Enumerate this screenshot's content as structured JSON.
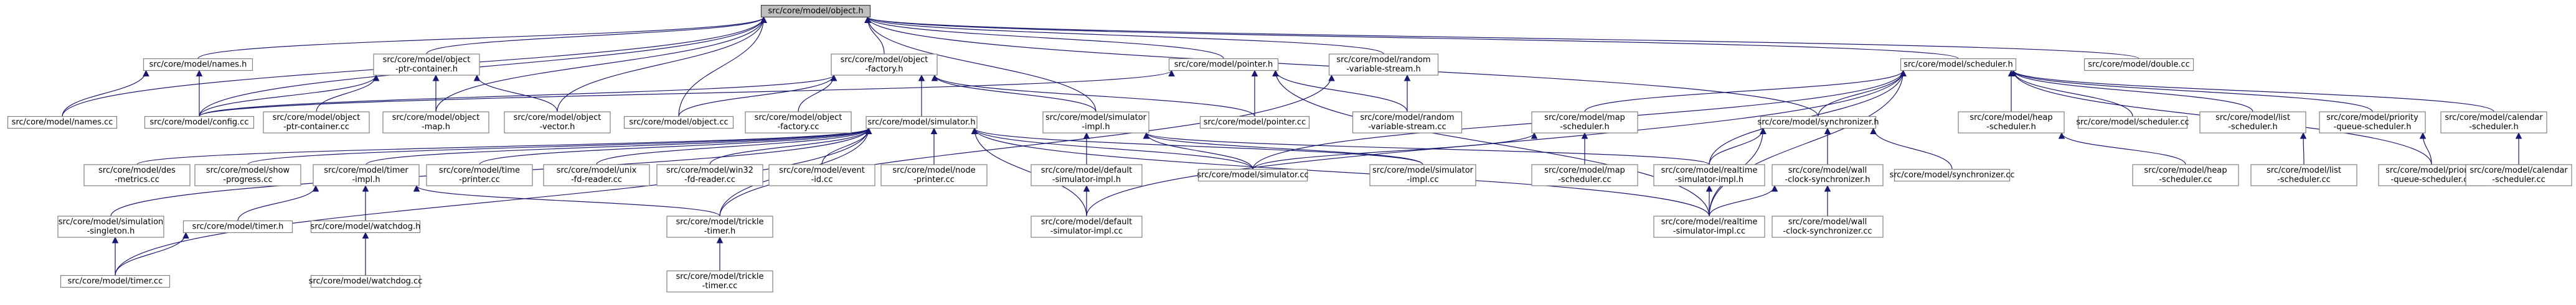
{
  "nodes": [
    {
      "id": "object_h",
      "lines": [
        "src/core/model/object.h"
      ],
      "root": true
    },
    {
      "id": "names_h",
      "lines": [
        "src/core/model/names.h"
      ]
    },
    {
      "id": "object_ptr_container_h",
      "lines": [
        "src/core/model/object",
        "-ptr-container.h"
      ]
    },
    {
      "id": "object_factory_h",
      "lines": [
        "src/core/model/object",
        "-factory.h"
      ]
    },
    {
      "id": "pointer_h",
      "lines": [
        "src/core/model/pointer.h"
      ]
    },
    {
      "id": "random_variable_stream_h",
      "lines": [
        "src/core/model/random",
        "-variable-stream.h"
      ]
    },
    {
      "id": "scheduler_h",
      "lines": [
        "src/core/model/scheduler.h"
      ]
    },
    {
      "id": "double_cc",
      "lines": [
        "src/core/model/double.cc"
      ]
    },
    {
      "id": "names_cc",
      "lines": [
        "src/core/model/names.cc"
      ]
    },
    {
      "id": "config_cc",
      "lines": [
        "src/core/model/config.cc"
      ]
    },
    {
      "id": "object_ptr_container_cc",
      "lines": [
        "src/core/model/object",
        "-ptr-container.cc"
      ]
    },
    {
      "id": "object_map_h",
      "lines": [
        "src/core/model/object",
        "-map.h"
      ]
    },
    {
      "id": "object_vector_h",
      "lines": [
        "src/core/model/object",
        "-vector.h"
      ]
    },
    {
      "id": "object_cc",
      "lines": [
        "src/core/model/object.cc"
      ]
    },
    {
      "id": "object_factory_cc",
      "lines": [
        "src/core/model/object",
        "-factory.cc"
      ]
    },
    {
      "id": "simulator_h",
      "lines": [
        "src/core/model/simulator.h"
      ]
    },
    {
      "id": "simulator_impl_h",
      "lines": [
        "src/core/model/simulator",
        "-impl.h"
      ]
    },
    {
      "id": "pointer_cc",
      "lines": [
        "src/core/model/pointer.cc"
      ]
    },
    {
      "id": "random_variable_stream_cc",
      "lines": [
        "src/core/model/random",
        "-variable-stream.cc"
      ]
    },
    {
      "id": "map_scheduler_h",
      "lines": [
        "src/core/model/map",
        "-scheduler.h"
      ]
    },
    {
      "id": "synchronizer_h",
      "lines": [
        "src/core/model/synchronizer.h"
      ]
    },
    {
      "id": "heap_scheduler_h",
      "lines": [
        "src/core/model/heap",
        "-scheduler.h"
      ]
    },
    {
      "id": "scheduler_cc",
      "lines": [
        "src/core/model/scheduler.cc"
      ]
    },
    {
      "id": "list_scheduler_h",
      "lines": [
        "src/core/model/list",
        "-scheduler.h"
      ]
    },
    {
      "id": "priority_queue_scheduler_h",
      "lines": [
        "src/core/model/priority",
        "-queue-scheduler.h"
      ]
    },
    {
      "id": "calendar_scheduler_h",
      "lines": [
        "src/core/model/calendar",
        "-scheduler.h"
      ]
    },
    {
      "id": "des_metrics_cc",
      "lines": [
        "src/core/model/des",
        "-metrics.cc"
      ]
    },
    {
      "id": "show_progress_cc",
      "lines": [
        "src/core/model/show",
        "-progress.cc"
      ]
    },
    {
      "id": "timer_impl_h",
      "lines": [
        "src/core/model/timer",
        "-impl.h"
      ]
    },
    {
      "id": "time_printer_cc",
      "lines": [
        "src/core/model/time",
        "-printer.cc"
      ]
    },
    {
      "id": "unix_fd_reader_cc",
      "lines": [
        "src/core/model/unix",
        "-fd-reader.cc"
      ]
    },
    {
      "id": "win32_fd_reader_cc",
      "lines": [
        "src/core/model/win32",
        "-fd-reader.cc"
      ]
    },
    {
      "id": "event_id_cc",
      "lines": [
        "src/core/model/event",
        "-id.cc"
      ]
    },
    {
      "id": "node_printer_cc",
      "lines": [
        "src/core/model/node",
        "-printer.cc"
      ]
    },
    {
      "id": "default_simulator_impl_h",
      "lines": [
        "src/core/model/default",
        "-simulator-impl.h"
      ]
    },
    {
      "id": "simulator_cc",
      "lines": [
        "src/core/model/simulator.cc"
      ]
    },
    {
      "id": "simulator_impl_cc",
      "lines": [
        "src/core/model/simulator",
        "-impl.cc"
      ]
    },
    {
      "id": "realtime_simulator_impl_h",
      "lines": [
        "src/core/model/realtime",
        "-simulator-impl.h"
      ]
    },
    {
      "id": "wall_clock_synchronizer_h",
      "lines": [
        "src/core/model/wall",
        "-clock-synchronizer.h"
      ]
    },
    {
      "id": "synchronizer_cc",
      "lines": [
        "src/core/model/synchronizer.cc"
      ]
    },
    {
      "id": "map_scheduler_cc",
      "lines": [
        "src/core/model/map",
        "-scheduler.cc"
      ]
    },
    {
      "id": "heap_scheduler_cc",
      "lines": [
        "src/core/model/heap",
        "-scheduler.cc"
      ]
    },
    {
      "id": "list_scheduler_cc",
      "lines": [
        "src/core/model/list",
        "-scheduler.cc"
      ]
    },
    {
      "id": "priority_queue_scheduler_cc",
      "lines": [
        "src/core/model/priority",
        "-queue-scheduler.cc"
      ]
    },
    {
      "id": "calendar_scheduler_cc",
      "lines": [
        "src/core/model/calendar",
        "-scheduler.cc"
      ]
    },
    {
      "id": "simulation_singleton_h",
      "lines": [
        "src/core/model/simulation",
        "-singleton.h"
      ]
    },
    {
      "id": "timer_h",
      "lines": [
        "src/core/model/timer.h"
      ]
    },
    {
      "id": "watchdog_h",
      "lines": [
        "src/core/model/watchdog.h"
      ]
    },
    {
      "id": "trickle_timer_h",
      "lines": [
        "src/core/model/trickle",
        "-timer.h"
      ]
    },
    {
      "id": "default_simulator_impl_cc",
      "lines": [
        "src/core/model/default",
        "-simulator-impl.cc"
      ]
    },
    {
      "id": "realtime_simulator_impl_cc",
      "lines": [
        "src/core/model/realtime",
        "-simulator-impl.cc"
      ]
    },
    {
      "id": "wall_clock_synchronizer_cc",
      "lines": [
        "src/core/model/wall",
        "-clock-synchronizer.cc"
      ]
    },
    {
      "id": "timer_cc",
      "lines": [
        "src/core/model/timer.cc"
      ]
    },
    {
      "id": "watchdog_cc",
      "lines": [
        "src/core/model/watchdog.cc"
      ]
    },
    {
      "id": "trickle_timer_cc",
      "lines": [
        "src/core/model/trickle",
        "-timer.cc"
      ]
    }
  ],
  "edges": [
    [
      "object_h",
      "names_h"
    ],
    [
      "object_h",
      "object_ptr_container_h"
    ],
    [
      "object_h",
      "object_factory_h"
    ],
    [
      "object_h",
      "pointer_h"
    ],
    [
      "object_h",
      "random_variable_stream_h"
    ],
    [
      "object_h",
      "scheduler_h"
    ],
    [
      "object_h",
      "double_cc"
    ],
    [
      "object_h",
      "names_cc"
    ],
    [
      "object_h",
      "config_cc"
    ],
    [
      "object_h",
      "object_map_h"
    ],
    [
      "object_h",
      "object_vector_h"
    ],
    [
      "object_h",
      "object_cc"
    ],
    [
      "object_h",
      "simulator_impl_h"
    ],
    [
      "object_h",
      "synchronizer_h"
    ],
    [
      "names_h",
      "names_cc"
    ],
    [
      "names_h",
      "config_cc"
    ],
    [
      "object_ptr_container_h",
      "config_cc"
    ],
    [
      "object_ptr_container_h",
      "object_ptr_container_cc"
    ],
    [
      "object_ptr_container_h",
      "object_map_h"
    ],
    [
      "object_ptr_container_h",
      "object_vector_h"
    ],
    [
      "object_factory_h",
      "config_cc"
    ],
    [
      "object_factory_h",
      "object_cc"
    ],
    [
      "object_factory_h",
      "object_factory_cc"
    ],
    [
      "object_factory_h",
      "simulator_h"
    ],
    [
      "object_factory_h",
      "simulator_impl_h"
    ],
    [
      "object_factory_h",
      "pointer_cc"
    ],
    [
      "pointer_h",
      "config_cc"
    ],
    [
      "pointer_h",
      "pointer_cc"
    ],
    [
      "pointer_h",
      "random_variable_stream_cc"
    ],
    [
      "pointer_h",
      "realtime_simulator_impl_cc"
    ],
    [
      "random_variable_stream_h",
      "random_variable_stream_cc"
    ],
    [
      "random_variable_stream_h",
      "trickle_timer_h"
    ],
    [
      "scheduler_h",
      "map_scheduler_h"
    ],
    [
      "scheduler_h",
      "synchronizer_h"
    ],
    [
      "scheduler_h",
      "heap_scheduler_h"
    ],
    [
      "scheduler_h",
      "scheduler_cc"
    ],
    [
      "scheduler_h",
      "list_scheduler_h"
    ],
    [
      "scheduler_h",
      "priority_queue_scheduler_h"
    ],
    [
      "scheduler_h",
      "calendar_scheduler_h"
    ],
    [
      "scheduler_h",
      "simulator_cc"
    ],
    [
      "scheduler_h",
      "realtime_simulator_impl_h"
    ],
    [
      "scheduler_h",
      "default_simulator_impl_cc"
    ],
    [
      "scheduler_h",
      "realtime_simulator_impl_cc"
    ],
    [
      "scheduler_h",
      "priority_queue_scheduler_cc"
    ],
    [
      "simulator_h",
      "des_metrics_cc"
    ],
    [
      "simulator_h",
      "show_progress_cc"
    ],
    [
      "simulator_h",
      "timer_impl_h"
    ],
    [
      "simulator_h",
      "time_printer_cc"
    ],
    [
      "simulator_h",
      "unix_fd_reader_cc"
    ],
    [
      "simulator_h",
      "win32_fd_reader_cc"
    ],
    [
      "simulator_h",
      "event_id_cc"
    ],
    [
      "simulator_h",
      "node_printer_cc"
    ],
    [
      "simulator_h",
      "simulator_cc"
    ],
    [
      "simulator_h",
      "simulator_impl_cc"
    ],
    [
      "simulator_h",
      "default_simulator_impl_cc"
    ],
    [
      "simulator_h",
      "simulation_singleton_h"
    ],
    [
      "simulator_h",
      "timer_cc"
    ],
    [
      "simulator_h",
      "realtime_simulator_impl_cc"
    ],
    [
      "simulator_h",
      "trickle_timer_h"
    ],
    [
      "simulator_impl_h",
      "default_simulator_impl_h"
    ],
    [
      "simulator_impl_h",
      "simulator_cc"
    ],
    [
      "simulator_impl_h",
      "simulator_impl_cc"
    ],
    [
      "simulator_impl_h",
      "realtime_simulator_impl_h"
    ],
    [
      "map_scheduler_h",
      "simulator_cc"
    ],
    [
      "map_scheduler_h",
      "map_scheduler_cc"
    ],
    [
      "synchronizer_h",
      "realtime_simulator_impl_h"
    ],
    [
      "synchronizer_h",
      "wall_clock_synchronizer_h"
    ],
    [
      "synchronizer_h",
      "synchronizer_cc"
    ],
    [
      "synchronizer_h",
      "realtime_simulator_impl_cc"
    ],
    [
      "heap_scheduler_h",
      "heap_scheduler_cc"
    ],
    [
      "list_scheduler_h",
      "list_scheduler_cc"
    ],
    [
      "priority_queue_scheduler_h",
      "priority_queue_scheduler_cc"
    ],
    [
      "calendar_scheduler_h",
      "calendar_scheduler_cc"
    ],
    [
      "timer_impl_h",
      "timer_h"
    ],
    [
      "timer_impl_h",
      "watchdog_h"
    ],
    [
      "timer_impl_h",
      "trickle_timer_h"
    ],
    [
      "default_simulator_impl_h",
      "default_simulator_impl_cc"
    ],
    [
      "realtime_simulator_impl_h",
      "realtime_simulator_impl_cc"
    ],
    [
      "wall_clock_synchronizer_h",
      "realtime_simulator_impl_cc"
    ],
    [
      "wall_clock_synchronizer_h",
      "wall_clock_synchronizer_cc"
    ],
    [
      "simulation_singleton_h",
      "timer_cc"
    ],
    [
      "timer_h",
      "timer_cc"
    ],
    [
      "watchdog_h",
      "watchdog_cc"
    ],
    [
      "trickle_timer_h",
      "trickle_timer_cc"
    ]
  ]
}
